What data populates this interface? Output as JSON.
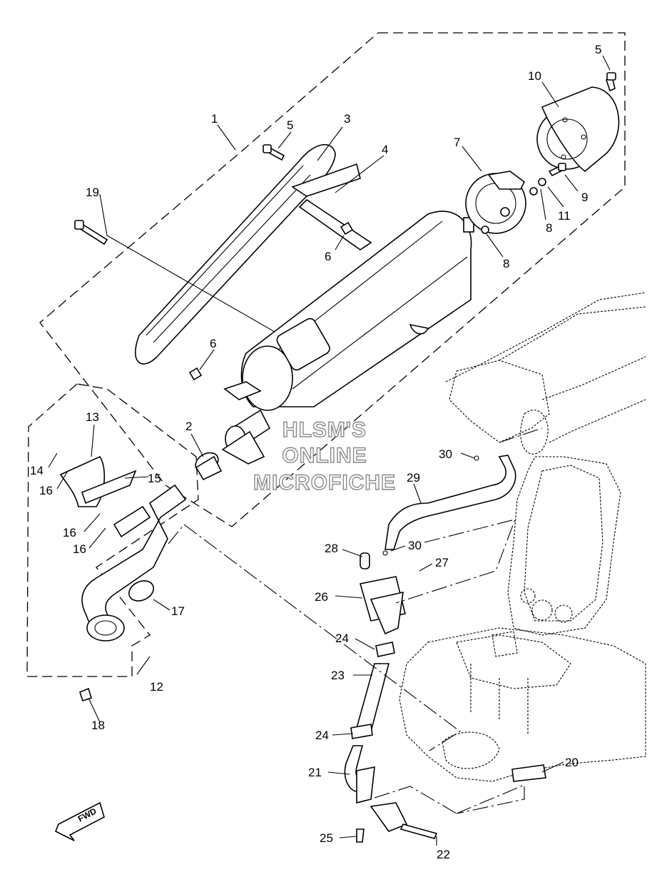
{
  "diagram": {
    "watermark": [
      "HLSM'S",
      "ONLINE",
      "MICROFICHE"
    ],
    "direction_label": "FWD",
    "callouts": [
      {
        "id": "c1",
        "text": "1"
      },
      {
        "id": "c2",
        "text": "2"
      },
      {
        "id": "c3",
        "text": "3"
      },
      {
        "id": "c4",
        "text": "4"
      },
      {
        "id": "c5a",
        "text": "5"
      },
      {
        "id": "c5b",
        "text": "5"
      },
      {
        "id": "c6a",
        "text": "6"
      },
      {
        "id": "c6b",
        "text": "6"
      },
      {
        "id": "c7",
        "text": "7"
      },
      {
        "id": "c8a",
        "text": "8"
      },
      {
        "id": "c8b",
        "text": "8"
      },
      {
        "id": "c9",
        "text": "9"
      },
      {
        "id": "c10",
        "text": "10"
      },
      {
        "id": "c11",
        "text": "11"
      },
      {
        "id": "c12",
        "text": "12"
      },
      {
        "id": "c13",
        "text": "13"
      },
      {
        "id": "c14",
        "text": "14"
      },
      {
        "id": "c15",
        "text": "15"
      },
      {
        "id": "c16a",
        "text": "16"
      },
      {
        "id": "c16b",
        "text": "16"
      },
      {
        "id": "c16c",
        "text": "16"
      },
      {
        "id": "c17",
        "text": "17"
      },
      {
        "id": "c18",
        "text": "18"
      },
      {
        "id": "c19",
        "text": "19"
      },
      {
        "id": "c20",
        "text": "20"
      },
      {
        "id": "c21",
        "text": "21"
      },
      {
        "id": "c22",
        "text": "22"
      },
      {
        "id": "c23",
        "text": "23"
      },
      {
        "id": "c24a",
        "text": "24"
      },
      {
        "id": "c24b",
        "text": "24"
      },
      {
        "id": "c25",
        "text": "25"
      },
      {
        "id": "c26",
        "text": "26"
      },
      {
        "id": "c27",
        "text": "27"
      },
      {
        "id": "c28",
        "text": "28"
      },
      {
        "id": "c29",
        "text": "29"
      },
      {
        "id": "c30a",
        "text": "30"
      },
      {
        "id": "c30b",
        "text": "30"
      }
    ]
  }
}
